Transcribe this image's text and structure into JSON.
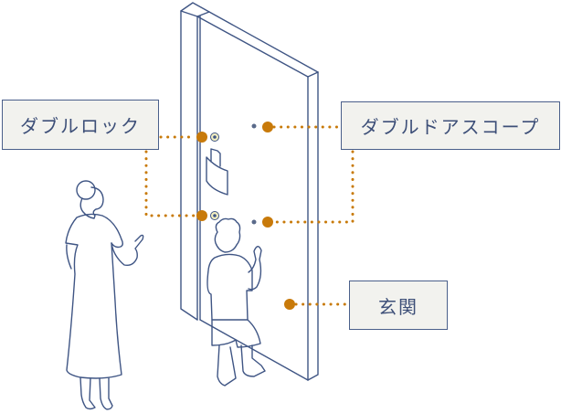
{
  "labels": {
    "double_lock": "ダブルロック",
    "double_door_scope": "ダブルドアスコープ",
    "entrance": "玄関"
  },
  "colors": {
    "line": "#3f5584",
    "accent": "#c87a0a",
    "box_fill": "#f2f2ee",
    "box_text": "#3d4f78"
  },
  "icons": {
    "lock_cylinder": "lock-cylinder-icon",
    "door_scope": "peephole-icon",
    "mail_slot": "mail-slot-icon"
  }
}
